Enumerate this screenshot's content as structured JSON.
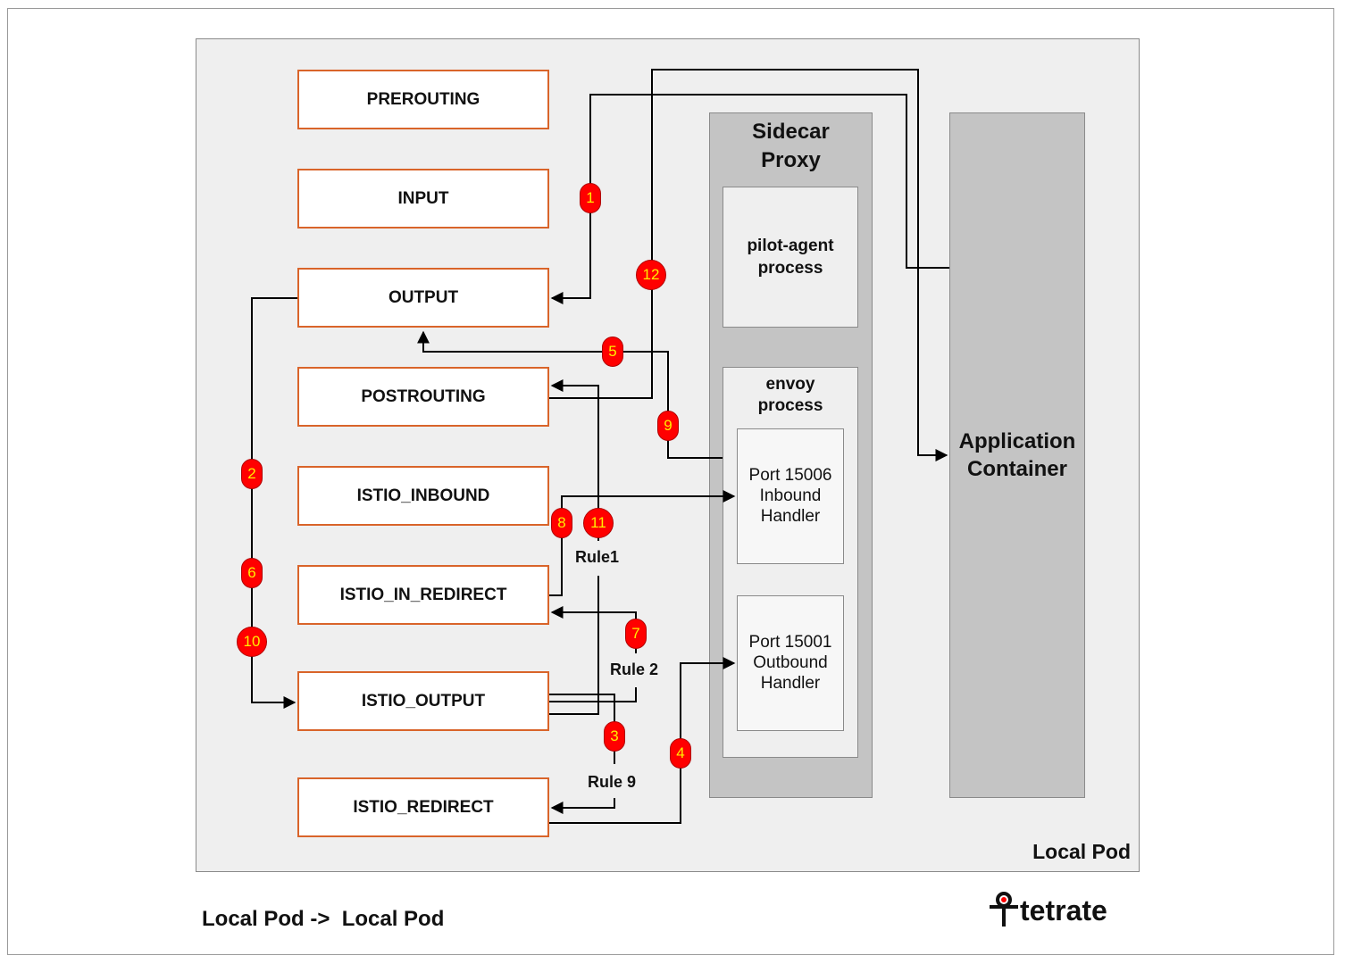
{
  "chains": [
    "PREROUTING",
    "INPUT",
    "OUTPUT",
    "POSTROUTING",
    "ISTIO_INBOUND",
    "ISTIO_IN_REDIRECT",
    "ISTIO_OUTPUT",
    "ISTIO_REDIRECT"
  ],
  "sidecar": {
    "title_line1": "Sidecar",
    "title_line2": "Proxy",
    "pilot_line1": "pilot-agent",
    "pilot_line2": "process",
    "envoy_line1": "envoy",
    "envoy_line2": "process",
    "inbound_line1": "Port 15006",
    "inbound_line2": "Inbound",
    "inbound_line3": "Handler",
    "outbound_line1": "Port 15001",
    "outbound_line2": "Outbound",
    "outbound_line3": "Handler"
  },
  "app_container": {
    "line1": "Application",
    "line2": "Container"
  },
  "rules": {
    "rule1": "Rule1",
    "rule2": "Rule 2",
    "rule9": "Rule 9"
  },
  "steps": [
    "1",
    "2",
    "3",
    "4",
    "5",
    "6",
    "7",
    "8",
    "9",
    "10",
    "11",
    "12"
  ],
  "pod_label": "Local Pod",
  "caption": "Local Pod ->  Local Pod",
  "logo_text": "tetrate",
  "colors": {
    "chain_border": "#d9642a",
    "badge_fill": "#ff0000",
    "badge_text": "#ffee00",
    "box_gray": "#c4c4c4",
    "pod_bg": "#efefef"
  }
}
